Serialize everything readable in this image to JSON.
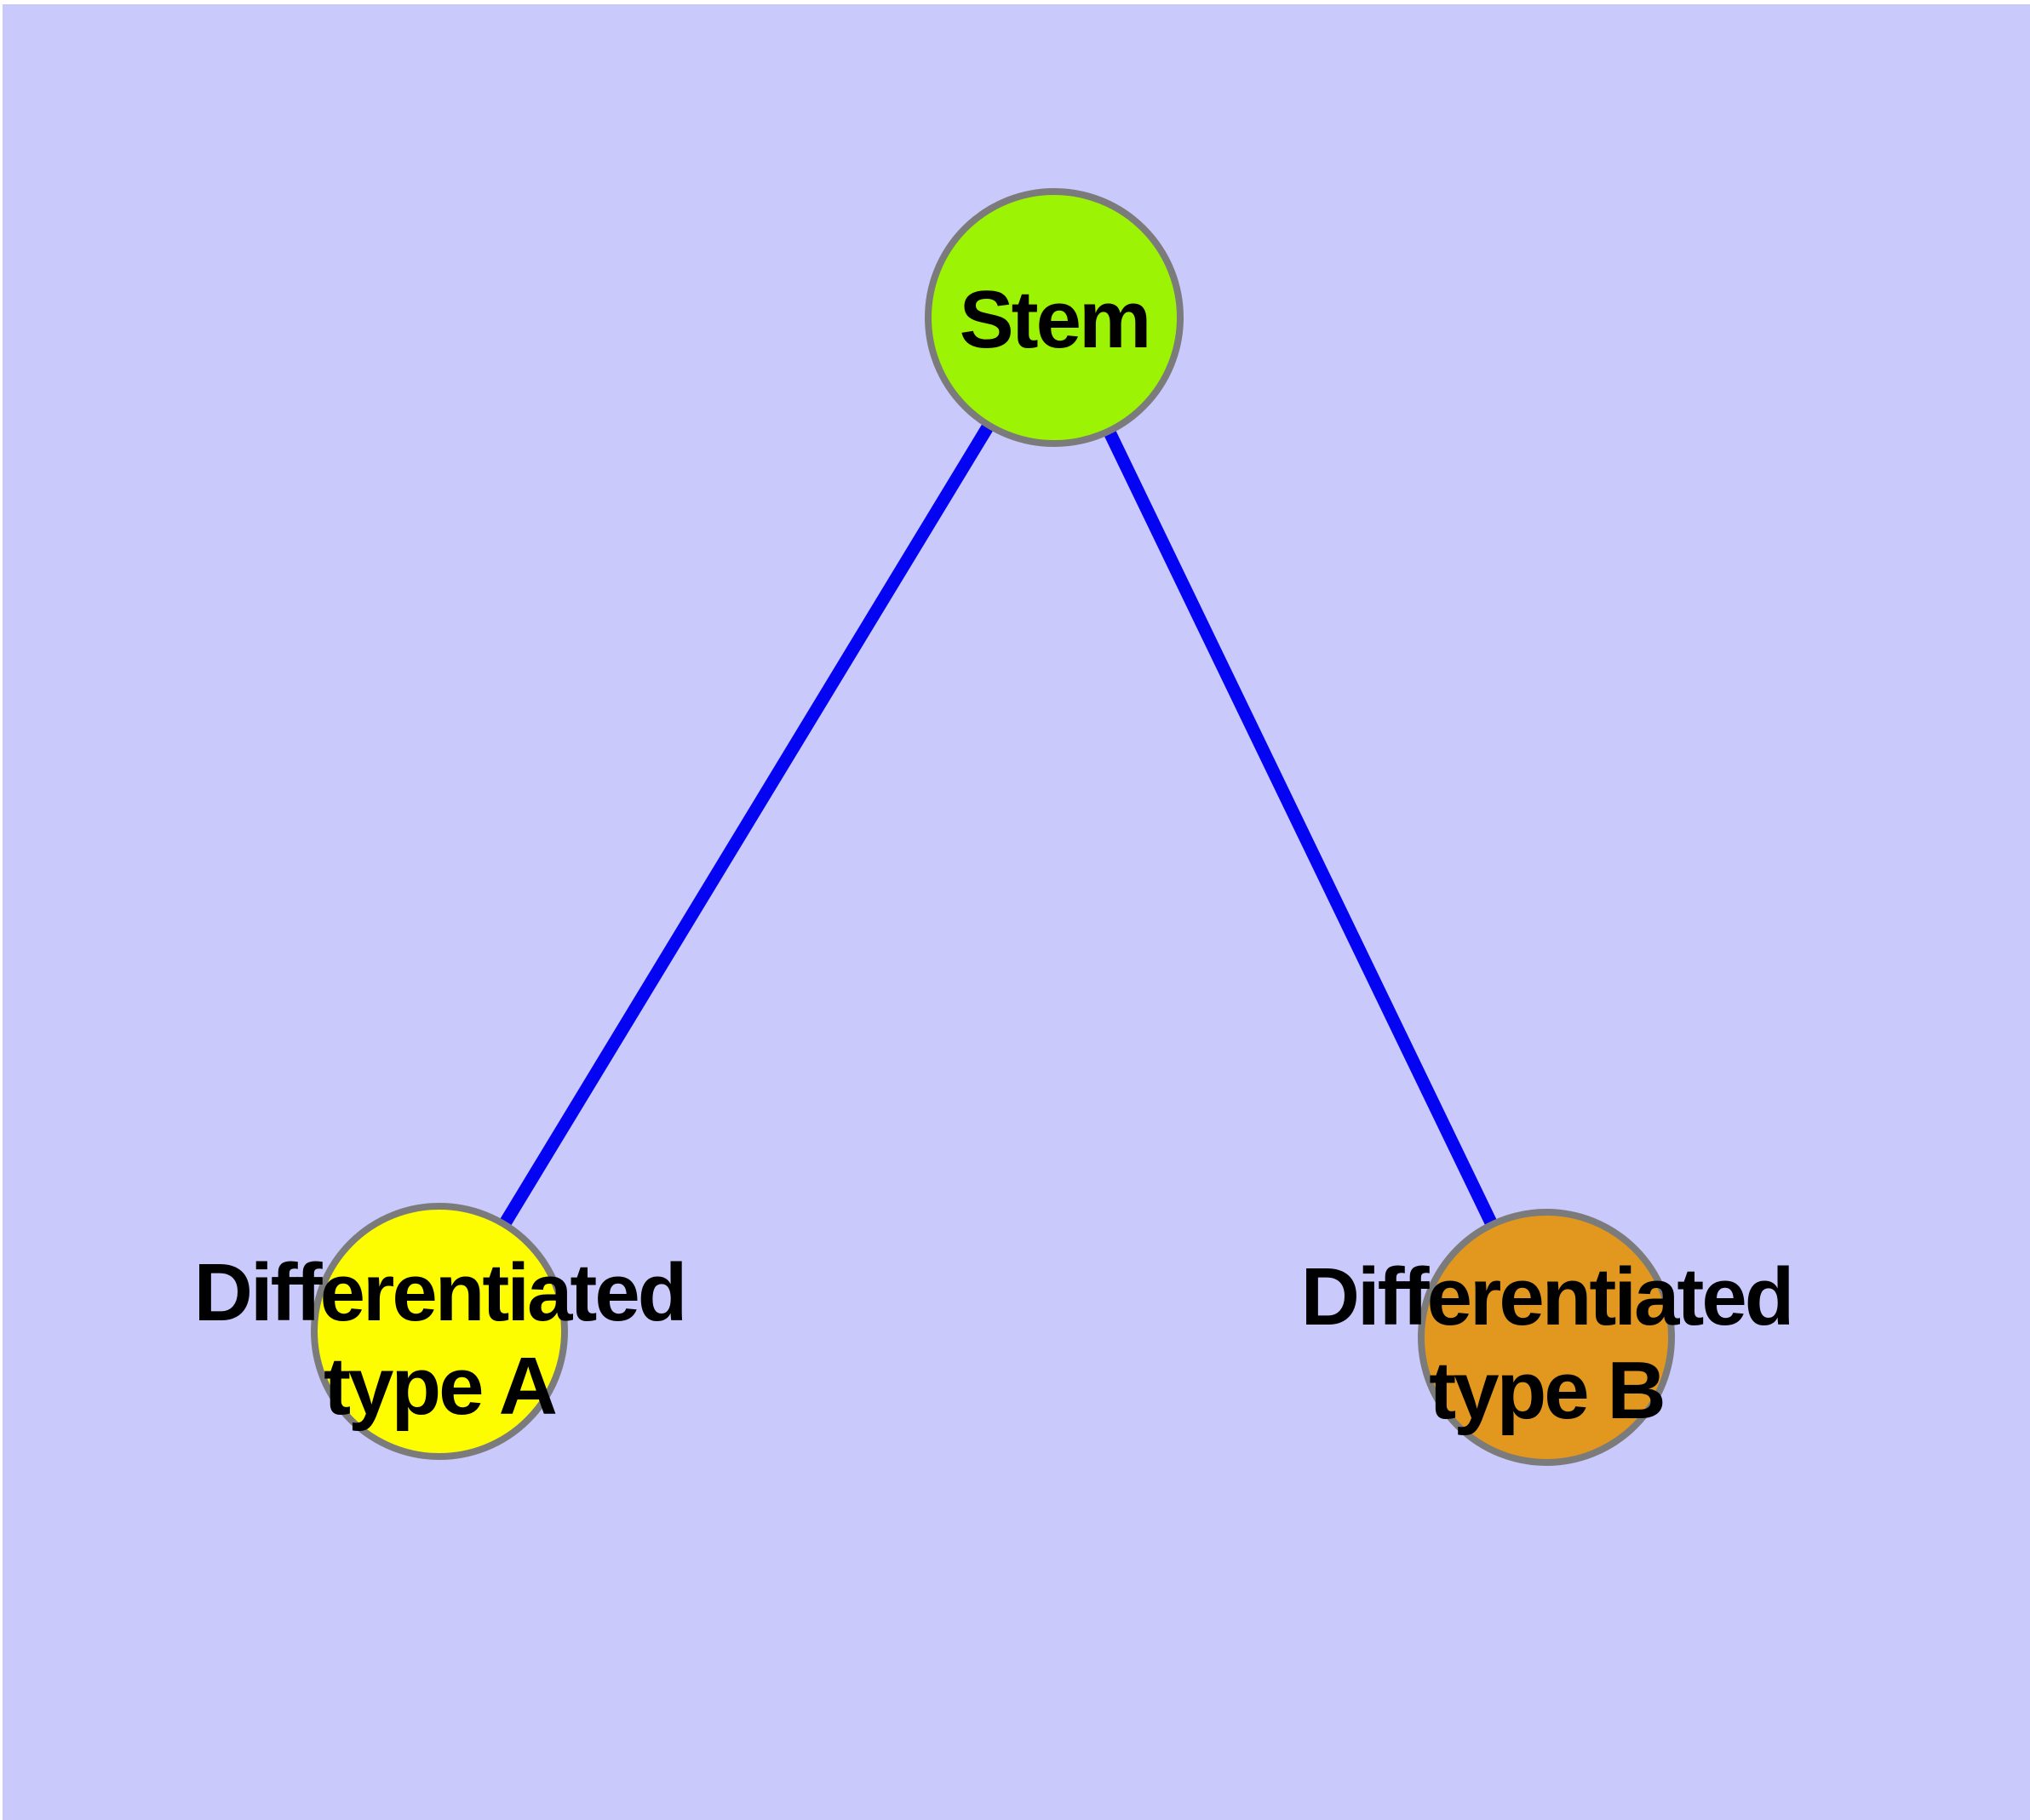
{
  "canvas": {
    "background_color": "#c9c9fb",
    "frame_color": "#ffffff",
    "edge_color": "#0404f2"
  },
  "nodes": {
    "stem": {
      "label": "Stem",
      "fill_color": "#9cf303",
      "border_color": "#7b7b7b"
    },
    "type_a": {
      "label_line1": "Differentiated",
      "label_line2": "type A",
      "fill_color": "#fdfd00",
      "border_color": "#7b7b7b"
    },
    "type_b": {
      "label_line1": "Differentiated",
      "label_line2": "type B",
      "fill_color": "#e2981e",
      "border_color": "#7b7b7b"
    }
  },
  "edges": [
    {
      "from": "Stem",
      "to": "Differentiated type A"
    },
    {
      "from": "Stem",
      "to": "Differentiated type B"
    }
  ]
}
